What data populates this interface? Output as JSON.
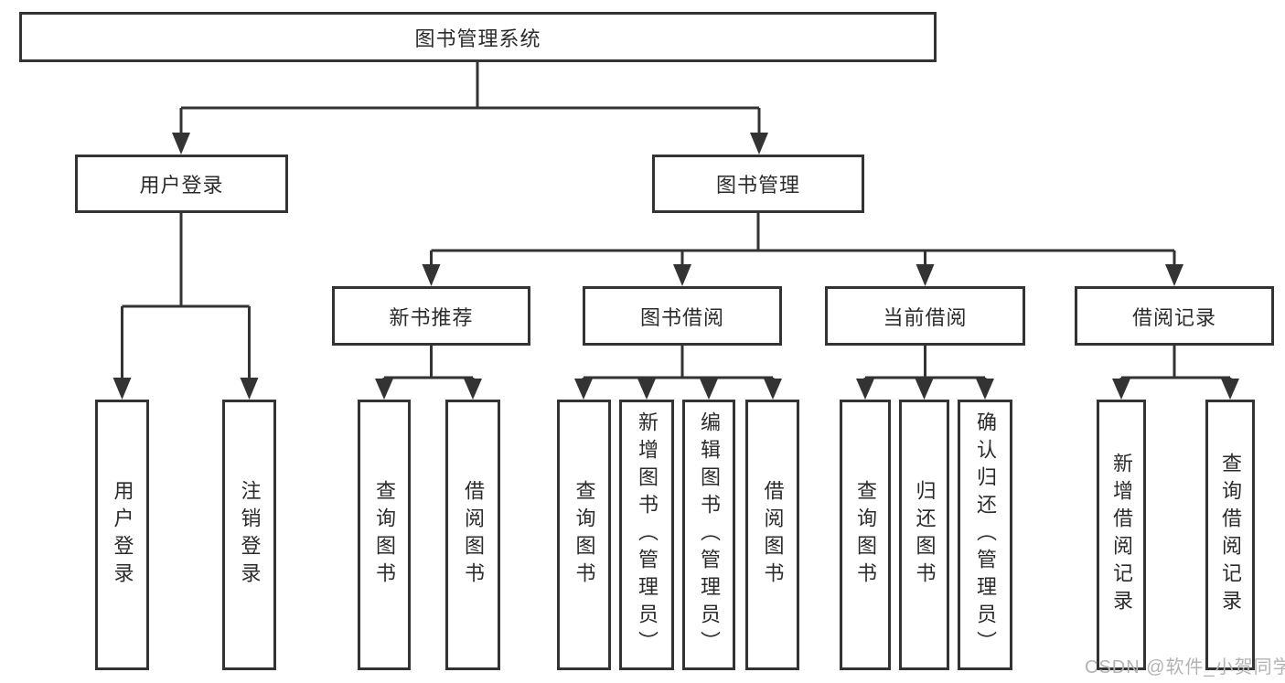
{
  "diagram": {
    "root": {
      "label": "图书管理系统"
    },
    "level2": {
      "user_login": {
        "label": "用户登录"
      },
      "book_mgmt": {
        "label": "图书管理"
      }
    },
    "level3": {
      "new_books": {
        "label": "新书推荐"
      },
      "book_borrow": {
        "label": "图书借阅"
      },
      "current_borrow": {
        "label": "当前借阅"
      },
      "borrow_records": {
        "label": "借阅记录"
      }
    },
    "leaves": {
      "login": "用户登录",
      "logout": "注销登录",
      "nb_query": "查询图书",
      "nb_borrow": "借阅图书",
      "bb_query": "查询图书",
      "bb_add": "新增图书（管理员）",
      "bb_edit": "编辑图书（管理员）",
      "bb_borrow": "借阅图书",
      "cb_query": "查询图书",
      "cb_return": "归还图书",
      "cb_confirm": "确认归还（管理员）",
      "br_add": "新增借阅记录",
      "br_query": "查询借阅记录"
    }
  },
  "watermark": {
    "text": "CSDN @软件_小贺同学"
  },
  "colors": {
    "line": "#333333",
    "text": "#2b2b2b",
    "box_background": "#ffffff",
    "watermark": "#b3b3b3",
    "page_background": "#ffffff"
  }
}
